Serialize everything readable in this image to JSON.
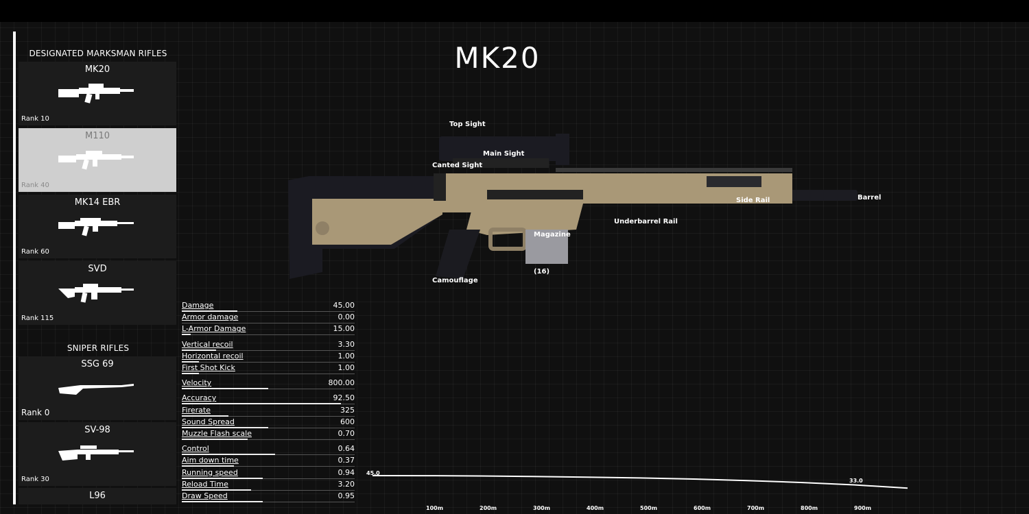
{
  "title": "MK20",
  "categories": [
    {
      "name": "DESIGNATED MARKSMAN RIFLES",
      "weapons": [
        {
          "name": "MK20",
          "rank": "Rank 10",
          "selected": false
        },
        {
          "name": "M110",
          "rank": "Rank 40",
          "selected": true
        },
        {
          "name": "MK14 EBR",
          "rank": "Rank 60",
          "selected": false
        },
        {
          "name": "SVD",
          "rank": "Rank 115",
          "selected": false
        }
      ]
    },
    {
      "name": "SNIPER RIFLES",
      "weapons": [
        {
          "name": "SSG 69",
          "rank": "Rank 0",
          "selected": false
        },
        {
          "name": "SV-98",
          "rank": "Rank 30",
          "selected": false
        },
        {
          "name": "L96",
          "rank": "",
          "selected": false
        }
      ]
    }
  ],
  "attachments": {
    "top_sight": "Top Sight",
    "main_sight": "Main Sight",
    "canted_sight": "Canted Sight",
    "side_rail": "Side Rail",
    "barrel": "Barrel",
    "underbarrel_rail": "Underbarrel Rail",
    "magazine": "Magazine",
    "magazine_count": "(16)",
    "camouflage": "Camouflage"
  },
  "stats": [
    {
      "name": "Damage",
      "value": "45.00",
      "fill": 0.32
    },
    {
      "name": "Armor damage",
      "value": "0.00",
      "fill": 0.0
    },
    {
      "name": "L-Armor Damage",
      "value": "15.00",
      "fill": 0.05
    },
    {
      "name": "Vertical recoil",
      "value": "3.30",
      "fill": 0.2
    },
    {
      "name": "Horizontal recoil",
      "value": "1.00",
      "fill": 0.1
    },
    {
      "name": "First Shot Kick",
      "value": "1.00",
      "fill": 0.1
    },
    {
      "name": "Velocity",
      "value": "800.00",
      "fill": 0.5
    },
    {
      "name": "Accuracy",
      "value": "92.50",
      "fill": 0.92
    },
    {
      "name": "Firerate",
      "value": "325",
      "fill": 0.27
    },
    {
      "name": "Sound Spread",
      "value": "600",
      "fill": 0.5
    },
    {
      "name": "Muzzle Flash scale",
      "value": "0.70",
      "fill": 0.38
    },
    {
      "name": "Control",
      "value": "0.64",
      "fill": 0.54
    },
    {
      "name": "Aim down time",
      "value": "0.37",
      "fill": 0.3
    },
    {
      "name": "Running speed",
      "value": "0.94",
      "fill": 0.47
    },
    {
      "name": "Reload Time",
      "value": "3.20",
      "fill": 0.4
    },
    {
      "name": "Draw Speed",
      "value": "0.95",
      "fill": 0.47
    }
  ],
  "chart_data": {
    "type": "line",
    "x": [
      0,
      100,
      200,
      300,
      400,
      500,
      600,
      700,
      800,
      900,
      1000
    ],
    "values": [
      45.0,
      44.9,
      44.6,
      44.1,
      43.4,
      42.5,
      41.3,
      39.7,
      37.6,
      35.0,
      31.5
    ],
    "tick_labels": [
      "100m",
      "200m",
      "300m",
      "400m",
      "500m",
      "600m",
      "700m",
      "800m",
      "900m"
    ],
    "start_label": "45.0",
    "end_label": "33.0"
  }
}
